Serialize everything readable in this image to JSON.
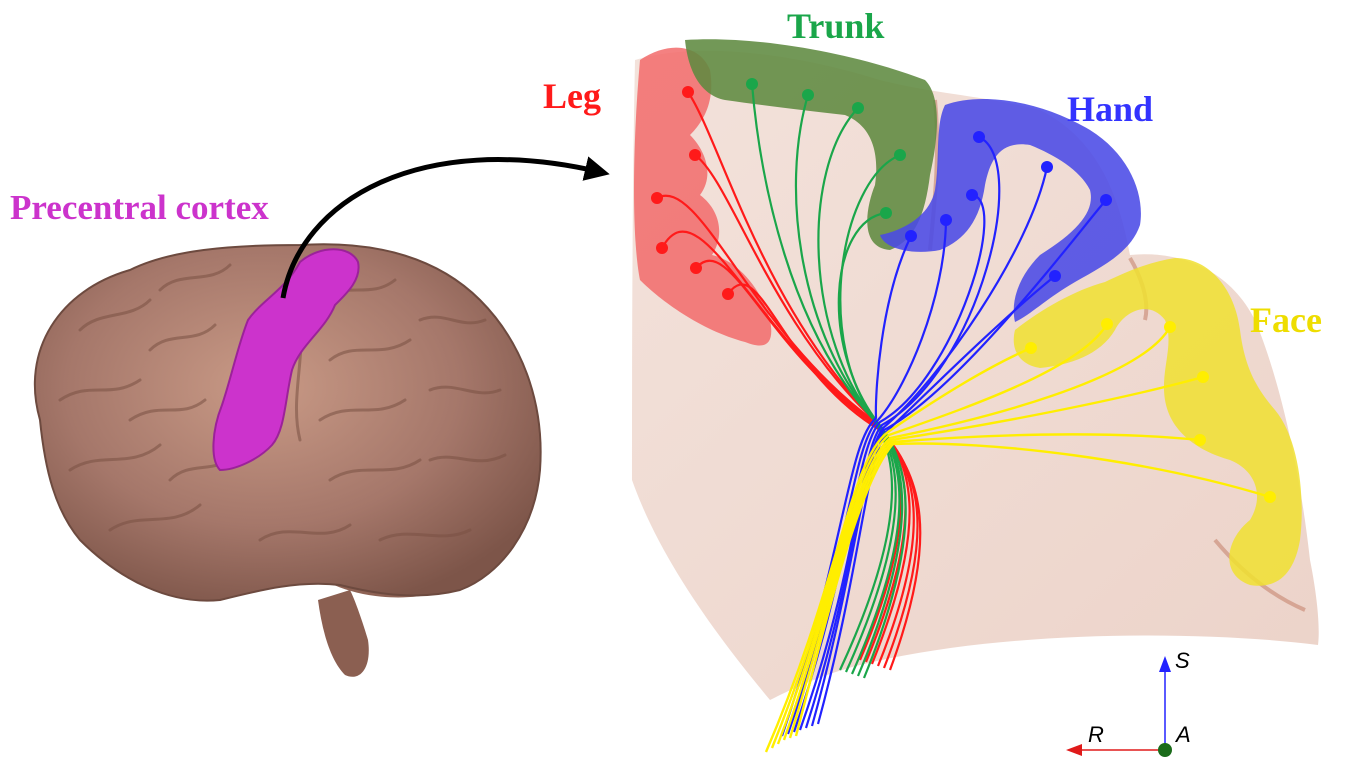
{
  "labels": {
    "precentral": "Precentral cortex",
    "trunk": "Trunk",
    "leg": "Leg",
    "hand": "Hand",
    "face": "Face"
  },
  "axes": {
    "superior": "S",
    "right": "R",
    "anterior": "A"
  },
  "colors": {
    "precentral": "#cc33cc",
    "leg": "#ff1a1a",
    "trunk": "#1aa64a",
    "hand": "#3333ff",
    "face": "#ffee00",
    "brain": "#a87a68",
    "tissue": "#f0dad2"
  }
}
